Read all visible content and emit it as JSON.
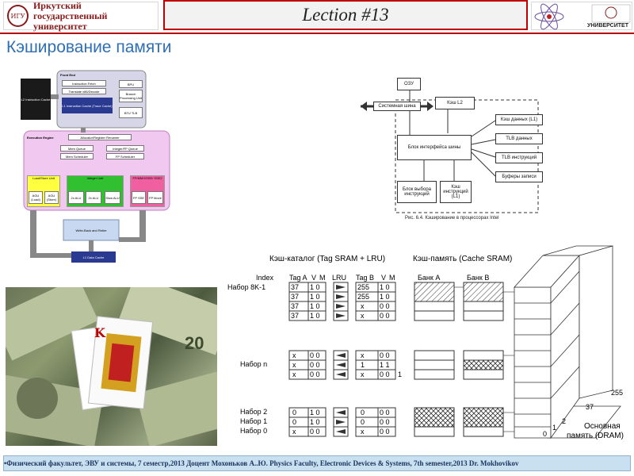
{
  "header": {
    "university_name_line1": "Иркутский",
    "university_name_line2": "государственный университет",
    "lecture_label": "Lection #13",
    "right_logo_text": "УНИВЕРСИТЕТ"
  },
  "page_title": "Кэширование памяти",
  "cpu_diagram": {
    "l2": "L2 Instruction Cache",
    "front_end": "Front End",
    "fetch": "Instruction Fetch",
    "decode": "Translate x86/Decode",
    "bpu": "BPU",
    "branch": "Branch Processing Unit",
    "trace": "L1 Instruction Cache (Trace Cache)",
    "btu": "BTU TLB",
    "execution_engine": "Execution Engine",
    "allocator": "Allocator/Register Renamer",
    "mem_queue": "Mem Queue",
    "mem_scheduler": "Mem Scheduler",
    "int_queue": "Integer/FP Queue",
    "fp_scheduler": "FP Scheduler",
    "load_store": "Load/Store Unit",
    "agu1": "AGU (Load)",
    "agu2": "AGU (Store)",
    "integer_unit": "Integer Unit",
    "alu1": "2x ALU",
    "alu2": "2x ALU",
    "slow_alu": "Slow ALU",
    "fp_unit": "FP/MMX/SSE/ SSE2",
    "fp1": "FP SSE",
    "fp2": "FP Move",
    "writeback": "Write-Back and Retire",
    "l1_data": "L1 Data Cache"
  },
  "intel_diagram": {
    "ozu": "ОЗУ",
    "system_bus": "Системная шина",
    "l2": "Кэш L2",
    "bus_interface": "Блок интерфейса шины",
    "cache_data": "Кэш данных (L1)",
    "tlb_data": "TLB данных",
    "tlb_instr": "TLB инструкций",
    "write_buffers": "Буферы записи",
    "fetch_unit": "Блок выбора инструкций",
    "instr_cache": "Кэш инструкций (L1)",
    "caption": "Рис. 6.4. Кэширование в процессорах Intel"
  },
  "cache_diagram": {
    "header_catalog": "Кэш-каталог (Tag SRAM + LRU)",
    "header_memory": "Кэш-память (Cache SRAM)",
    "col_index": "Index",
    "col_tag_a": "Tag A",
    "col_v": "V",
    "col_m": "M",
    "col_lru": "LRU",
    "col_tag_b": "Tag B",
    "col_bank_a": "Банк А",
    "col_bank_b": "Банк В",
    "set_first": "Набор 8K-1",
    "set_n": "Набор n",
    "set_2": "Набор 2",
    "set_1": "Набор 1",
    "set_0": "Набор 0",
    "tag_a_top": [
      "37",
      "37",
      "37",
      "37"
    ],
    "tag_b_top": [
      "255",
      "255",
      "x",
      "x"
    ],
    "vm_a_top": [
      "1 0",
      "1 0",
      "1 0",
      "1 0"
    ],
    "vm_b_top": [
      "1 0",
      "1 0",
      "0 0",
      "0 0"
    ],
    "tag_a_mid": [
      "x",
      "x",
      "x"
    ],
    "tag_b_mid": [
      "x",
      "1",
      "x"
    ],
    "vm_a_mid": [
      "0 0",
      "0 0",
      "0 0"
    ],
    "vm_b_mid": [
      "0 0",
      "1 1",
      "0 0"
    ],
    "tag_a_bot": [
      "0",
      "0",
      "x"
    ],
    "tag_b_bot": [
      "0",
      "0",
      "x"
    ],
    "vm_a_bot": [
      "1 0",
      "1 0",
      "0 0"
    ],
    "vm_b_bot": [
      "0 0",
      "0 0",
      "0 0"
    ],
    "mem_255": "255",
    "mem_37": "37",
    "mem_2": "2",
    "mem_1": "1",
    "mem_0": "0",
    "mem_label1": "Основная",
    "mem_label2": "память (DRAM)",
    "small_1": "1"
  },
  "photo": {
    "card_rank": "K",
    "note_20": "20"
  },
  "footer": {
    "text": "•Физический факультет, ЭВУ и системы, 7 семестр,2013 Доцент Мохоньков А..Ю.      Physics Faculty, Electronic Devices & Systems, 7th semester,2013   Dr. Mokhovikov"
  },
  "colors": {
    "title": "#2e6fb5",
    "accent_red": "#c00000",
    "footer_bg": "#c9e0f0"
  }
}
